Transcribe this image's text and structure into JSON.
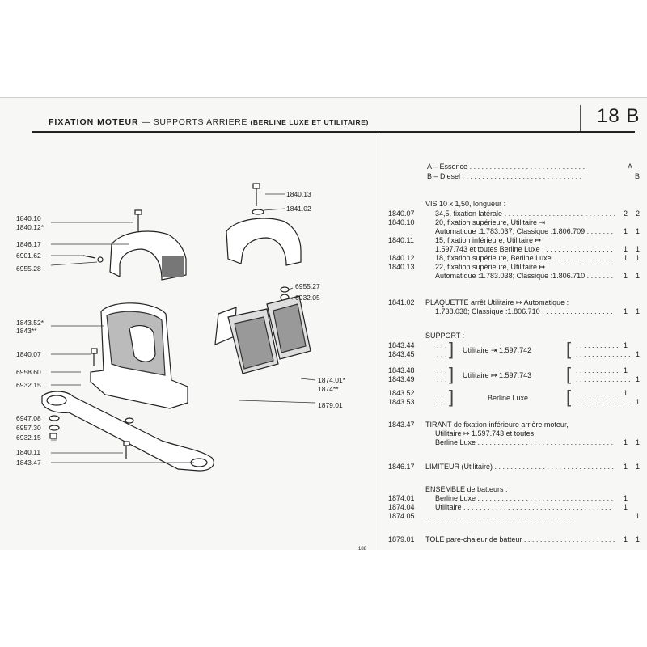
{
  "header": {
    "title_bold": "FIXATION MOTEUR",
    "title_rest": " — SUPPORTS ARRIERE ",
    "title_small": "(BERLINE LUXE ET UTILITAIRE)",
    "page": "18 B",
    "footer": "188"
  },
  "illustration_refs": [
    "1840.10",
    "1840.12*",
    "1846.17",
    "6901.62",
    "6955.28",
    "1840.13",
    "1841.02",
    "6955.27",
    "6932.05",
    "1843.52*",
    "1843**",
    "1840.07",
    "6958.60",
    "6932.15",
    "6947.08",
    "6957.30",
    "6932.15",
    "1840.11",
    "1843.47",
    "1874.01*",
    "1874**",
    "1879.01"
  ],
  "legend": {
    "a": "A – Essence",
    "a_code": "A",
    "b": "B – Diesel",
    "b_code": "B"
  },
  "entries": [
    {
      "num": "",
      "text": "VIS 10 x 1,50, longueur :",
      "q1": "",
      "q2": ""
    },
    {
      "num": "1840.07",
      "text": "34,5, fixation latérale",
      "q1": "2",
      "q2": "2"
    },
    {
      "num": "1840.10",
      "text": "20, fixation supérieure, Utilitaire ⇥",
      "q1": "",
      "q2": ""
    },
    {
      "num": "",
      "text": "Automatique :1.783.037; Classique :1.806.709",
      "q1": "1",
      "q2": "1"
    },
    {
      "num": "1840.11",
      "text": "15, fixation inférieure, Utilitaire ↦",
      "q1": "",
      "q2": ""
    },
    {
      "num": "",
      "text": "1.597.743 et toutes Berline Luxe",
      "q1": "1",
      "q2": "1"
    },
    {
      "num": "1840.12",
      "text": "18, fixation supérieure, Berline Luxe",
      "q1": "1",
      "q2": "1"
    },
    {
      "num": "1840.13",
      "text": "22, fixation supérieure, Utilitaire ↦",
      "q1": "",
      "q2": ""
    },
    {
      "num": "",
      "text": "Automatique :1.783.038; Classique :1.806.710",
      "q1": "1",
      "q2": "1"
    },
    {
      "num": "1841.02",
      "text": "PLAQUETTE arrêt Utilitaire ↦ Automatique :",
      "q1": "",
      "q2": ""
    },
    {
      "num": "",
      "text": "1.738.038; Classique :1.806.710",
      "q1": "1",
      "q2": "1"
    },
    {
      "num": "",
      "text": "SUPPORT :",
      "q1": "",
      "q2": ""
    }
  ],
  "support": {
    "nums": [
      "1843.44",
      "1843.45",
      "1843.48",
      "1843.49",
      "1843.52",
      "1843.53"
    ],
    "groups": [
      "Utilitaire ⇥ 1.597.742",
      "Utilitaire ↦ 1.597.743",
      "Berline Luxe"
    ],
    "q": [
      "1",
      "1",
      "1",
      "1",
      "1",
      "1"
    ]
  },
  "tail": [
    {
      "num": "1843.47",
      "text": "TIRANT de fixation inférieure arrière moteur,",
      "q1": "",
      "q2": ""
    },
    {
      "num": "",
      "text": "Utilitaire ↦ 1.597.743 et toutes",
      "q1": "",
      "q2": ""
    },
    {
      "num": "",
      "text": "Berline Luxe",
      "q1": "1",
      "q2": "1"
    },
    {
      "num": "1846.17",
      "text": "LIMITEUR (Utilitaire)",
      "q1": "1",
      "q2": "1"
    },
    {
      "num": "",
      "text": "ENSEMBLE de batteurs :",
      "q1": "",
      "q2": ""
    },
    {
      "num": "1874.01",
      "text": "Berline Luxe",
      "q1": "1",
      "q2": ""
    },
    {
      "num": "1874.04",
      "text": "Utilitaire",
      "q1": "1",
      "q2": ""
    },
    {
      "num": "1874.05",
      "text": "",
      "q1": "",
      "q2": "1"
    },
    {
      "num": "1879.01",
      "text": "TOLE pare-chaleur de batteur",
      "q1": "1",
      "q2": "1"
    }
  ]
}
